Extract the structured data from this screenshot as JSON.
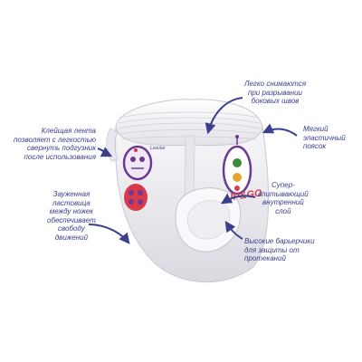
{
  "callouts": {
    "easy_remove": {
      "lines": [
        "Легко снимаются",
        "при разрывании",
        "боковых швов"
      ]
    },
    "soft_waist": {
      "lines": [
        "Мягкий",
        "эластичный",
        "поясок"
      ]
    },
    "sticky_tape": {
      "lines": [
        "Клейщая лента",
        "позволяет с легкостью",
        "свернуть подгузник",
        "после использования"
      ]
    },
    "narrow_crotch": {
      "lines": [
        "Зауженная",
        "ластовица",
        "между ножек",
        "обеспечивает",
        "свободу",
        "движений"
      ]
    },
    "super_layer": {
      "lines": [
        "Супер-",
        "впитывающий",
        "внутренний",
        "слой"
      ]
    },
    "barrier_cuffs": {
      "lines": [
        "Высокие барьерчики",
        "для защиты от",
        "протеканий"
      ]
    }
  },
  "colors": {
    "callout_text": "#3b3f8e",
    "arrow": "#3b3f8e",
    "diaper_body": "#ececf1",
    "waistband": "#f3f3f6",
    "ladybug_red": "#d83a4a",
    "ladybug_purple": "#6d3a93"
  },
  "icons": [
    "ladybug-print",
    "curved-arrow"
  ]
}
